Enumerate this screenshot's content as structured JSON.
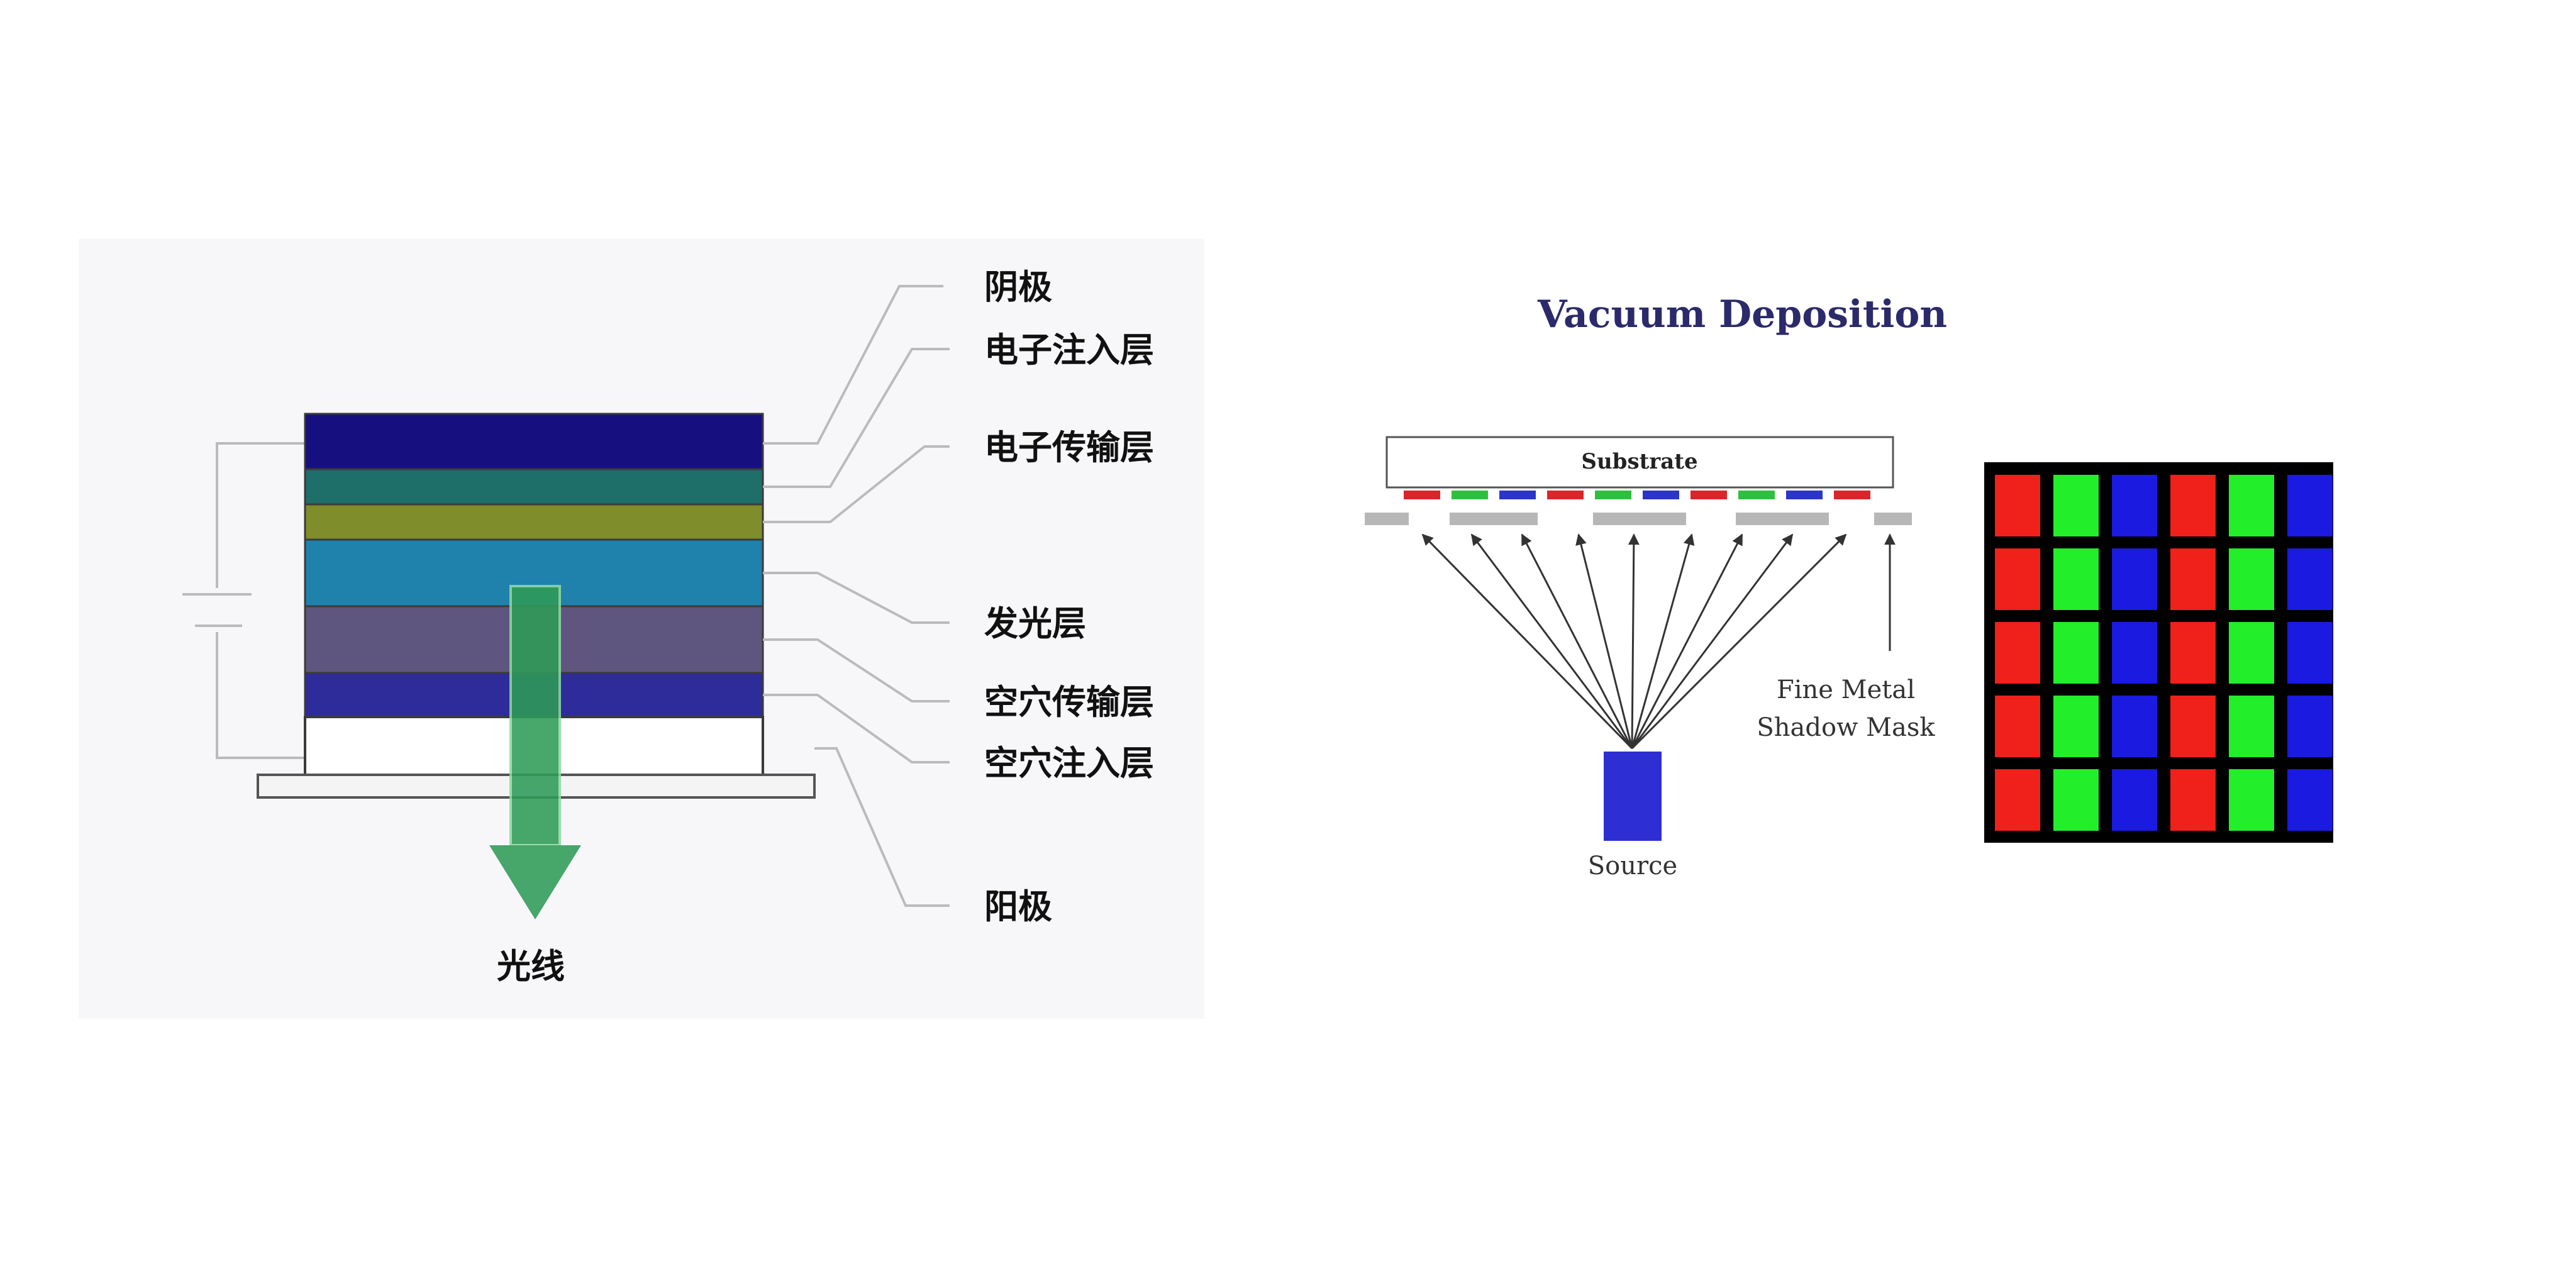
{
  "oled_stack": {
    "layer_labels": {
      "cathode": "阴极",
      "eil": "电子注入层",
      "etl": "电子传输层",
      "eml": "发光层",
      "htl": "空穴传输层",
      "hil": "空穴注入层",
      "anode": "阳极"
    },
    "light_label": "光线",
    "layer_colors": {
      "cathode": "#160f80",
      "eil": "#1e6e6a",
      "etl": "#7f8d2a",
      "eml": "#1f82ac",
      "etl_gap": "#5e567e",
      "htl": "#2e2b9b",
      "hil": "#ffffff",
      "arrow": "#2f9b57"
    }
  },
  "vacuum_deposition": {
    "title": "Vacuum Deposition",
    "substrate_label": "Substrate",
    "mask_label_line1": "Fine Metal",
    "mask_label_line2": "Shadow Mask",
    "source_label": "Source",
    "colors": {
      "title": "#2b2a6b",
      "source": "#2d2fd2",
      "red": "#d9262b",
      "green": "#2fbf3f",
      "blue": "#2b35c8",
      "mask": "#b7b7b7"
    }
  },
  "subpixel_grid": {
    "rows": 5,
    "column_pattern": [
      "red",
      "green",
      "blue",
      "red",
      "green",
      "blue"
    ],
    "colors": {
      "red": "#f0201a",
      "green": "#22ee2a",
      "blue": "#1a1ae0",
      "background": "#000000"
    }
  }
}
